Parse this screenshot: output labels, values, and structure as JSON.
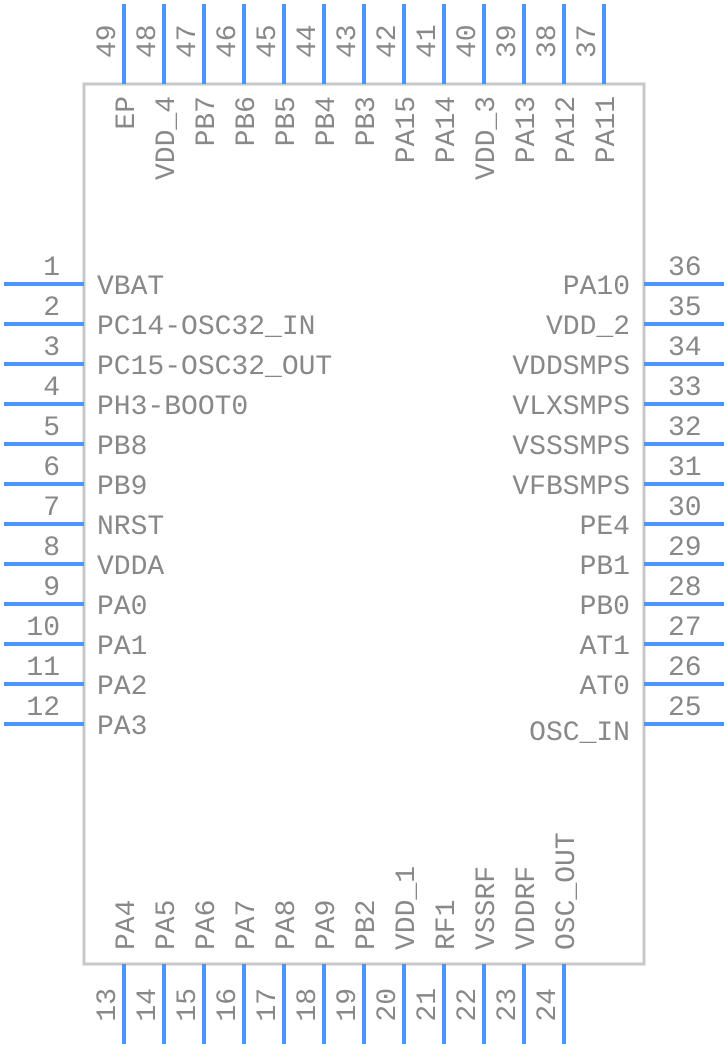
{
  "colors": {
    "pin": "#4d94ff",
    "body_border": "#c8c8c8",
    "text": "#888888"
  },
  "pins": {
    "left": [
      {
        "num": "1",
        "name": "VBAT"
      },
      {
        "num": "2",
        "name": "PC14-OSC32_IN"
      },
      {
        "num": "3",
        "name": "PC15-OSC32_OUT"
      },
      {
        "num": "4",
        "name": "PH3-BOOT0"
      },
      {
        "num": "5",
        "name": "PB8"
      },
      {
        "num": "6",
        "name": "PB9"
      },
      {
        "num": "7",
        "name": "NRST"
      },
      {
        "num": "8",
        "name": "VDDA"
      },
      {
        "num": "9",
        "name": "PA0"
      },
      {
        "num": "10",
        "name": "PA1"
      },
      {
        "num": "11",
        "name": "PA2"
      },
      {
        "num": "12",
        "name": "PA3"
      }
    ],
    "bottom": [
      {
        "num": "13",
        "name": "PA4"
      },
      {
        "num": "14",
        "name": "PA5"
      },
      {
        "num": "15",
        "name": "PA6"
      },
      {
        "num": "16",
        "name": "PA7"
      },
      {
        "num": "17",
        "name": "PA8"
      },
      {
        "num": "18",
        "name": "PA9"
      },
      {
        "num": "19",
        "name": "PB2"
      },
      {
        "num": "20",
        "name": "VDD_1"
      },
      {
        "num": "21",
        "name": "RF1"
      },
      {
        "num": "22",
        "name": "VSSRF"
      },
      {
        "num": "23",
        "name": "VDDRF"
      },
      {
        "num": "24",
        "name": "OSC_OUT"
      }
    ],
    "right": [
      {
        "num": "25",
        "name": "OSC_IN"
      },
      {
        "num": "26",
        "name": "AT0"
      },
      {
        "num": "27",
        "name": "AT1"
      },
      {
        "num": "28",
        "name": "PB0"
      },
      {
        "num": "29",
        "name": "PB1"
      },
      {
        "num": "30",
        "name": "PE4"
      },
      {
        "num": "31",
        "name": "VFBSMPS"
      },
      {
        "num": "32",
        "name": "VSSSMPS"
      },
      {
        "num": "33",
        "name": "VLXSMPS"
      },
      {
        "num": "34",
        "name": "VDDSMPS"
      },
      {
        "num": "35",
        "name": "VDD_2"
      },
      {
        "num": "36",
        "name": "PA10"
      }
    ],
    "top": [
      {
        "num": "37",
        "name": "PA11"
      },
      {
        "num": "38",
        "name": "PA12"
      },
      {
        "num": "39",
        "name": "PA13"
      },
      {
        "num": "40",
        "name": "VDD_3"
      },
      {
        "num": "41",
        "name": "PA14"
      },
      {
        "num": "42",
        "name": "PA15"
      },
      {
        "num": "43",
        "name": "PB3"
      },
      {
        "num": "44",
        "name": "PB4"
      },
      {
        "num": "45",
        "name": "PB5"
      },
      {
        "num": "46",
        "name": "PB6"
      },
      {
        "num": "47",
        "name": "PB7"
      },
      {
        "num": "48",
        "name": "VDD_4"
      },
      {
        "num": "49",
        "name": "EP"
      }
    ]
  }
}
